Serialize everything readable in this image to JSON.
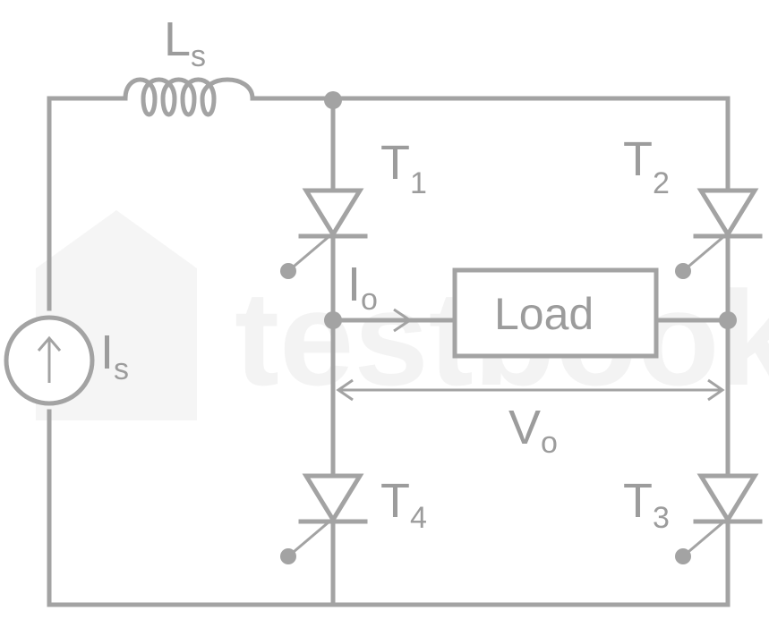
{
  "colors": {
    "line": "#a3a3a3",
    "text": "#9c9c9c",
    "watermark": "#f3f3f3",
    "background": "#ffffff"
  },
  "watermark": "testbook",
  "inductor": {
    "main": "L",
    "sub": "s"
  },
  "source": {
    "main": "I",
    "sub": "s"
  },
  "output_current": {
    "main": "I",
    "sub": "o"
  },
  "output_voltage": {
    "main": "V",
    "sub": "o"
  },
  "load": {
    "label": "Load"
  },
  "thyristors": [
    {
      "main": "T",
      "sub": "1"
    },
    {
      "main": "T",
      "sub": "2"
    },
    {
      "main": "T",
      "sub": "3"
    },
    {
      "main": "T",
      "sub": "4"
    }
  ]
}
